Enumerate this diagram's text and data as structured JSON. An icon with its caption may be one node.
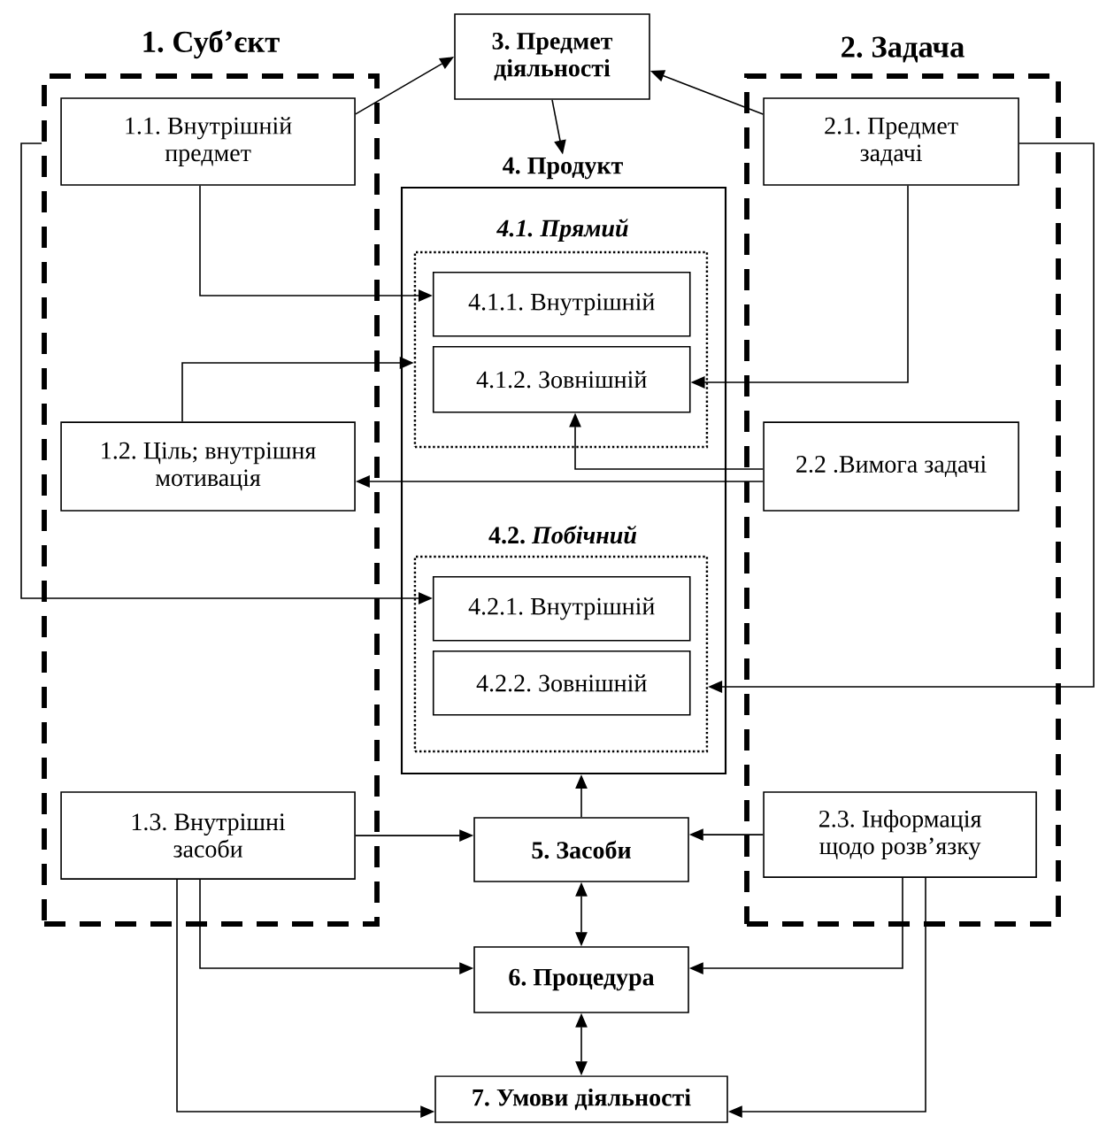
{
  "diagram": {
    "nodes": [
      {
        "text": [
          "1. Суб’єкт"
        ]
      },
      {
        "text": [
          "1.1. Внутрішній предмет"
        ],
        "in": 0
      },
      {
        "text": [
          "1.2. Ціль; внутрішня мотивація"
        ],
        "in": 0
      },
      {
        "text": [
          "1.3. Внутрішні засоби"
        ],
        "in": 0
      },
      {
        "text": [
          "2. Задача"
        ]
      },
      {
        "text": [
          "2.1. Предмет задачі"
        ],
        "in": 4
      },
      {
        "text": [
          "2.2 .Вимога задачі"
        ],
        "in": 4
      },
      {
        "text": [
          "2.3. Інформація щодо розв’язку"
        ],
        "in": 4
      },
      {
        "text": [
          "3. Предмет діяльності"
        ]
      },
      {
        "text": [
          "4. Продукт"
        ]
      },
      {
        "text": [
          "4.1. Прямий"
        ],
        "in": 9
      },
      {
        "text": [
          "4.1.1. Внутрішній"
        ],
        "in": 10
      },
      {
        "text": [
          "4.1.2. Зовнішній"
        ],
        "in": 10
      },
      {
        "text": [
          "4.2. *Побічний*"
        ],
        "in": 9
      },
      {
        "text": [
          "4.2.1. Внутрішній"
        ],
        "in": 13
      },
      {
        "text": [
          "4.2.2. Зовнішній"
        ],
        "in": 13
      },
      {
        "text": [
          "5. Засоби"
        ]
      },
      {
        "text": [
          "6. Процедура"
        ]
      },
      {
        "text": [
          "7. Умови діяльності"
        ]
      }
    ],
    "edges": [
      {
        "from": 1,
        "to": 8,
        "arrow": "to"
      },
      {
        "from": 5,
        "to": 8,
        "arrow": "to"
      },
      {
        "from": 8,
        "to": 9,
        "arrow": "to"
      },
      {
        "from": 1,
        "to": 11,
        "arrow": "to"
      },
      {
        "from": 2,
        "to": 10,
        "arrow": "to"
      },
      {
        "from": 5,
        "to": 12,
        "arrow": "to"
      },
      {
        "from": 6,
        "to": 12,
        "arrow": "to"
      },
      {
        "from": 6,
        "to": 2,
        "arrow": "to"
      },
      {
        "from": 5,
        "to": 13,
        "arrow": "to"
      },
      {
        "from": 0,
        "to": 14,
        "arrow": "to"
      },
      {
        "from": 16,
        "to": 9,
        "arrow": "to"
      },
      {
        "from": 3,
        "to": 16,
        "arrow": "to"
      },
      {
        "from": 7,
        "to": 16,
        "arrow": "to"
      },
      {
        "from": 16,
        "to": 17,
        "arrow": "both"
      },
      {
        "from": 3,
        "to": 17,
        "arrow": "to"
      },
      {
        "from": 7,
        "to": 17,
        "arrow": "to"
      },
      {
        "from": 17,
        "to": 18,
        "arrow": "both"
      },
      {
        "from": 3,
        "to": 18,
        "arrow": "to"
      },
      {
        "from": 7,
        "to": 18,
        "arrow": "to"
      }
    ]
  }
}
